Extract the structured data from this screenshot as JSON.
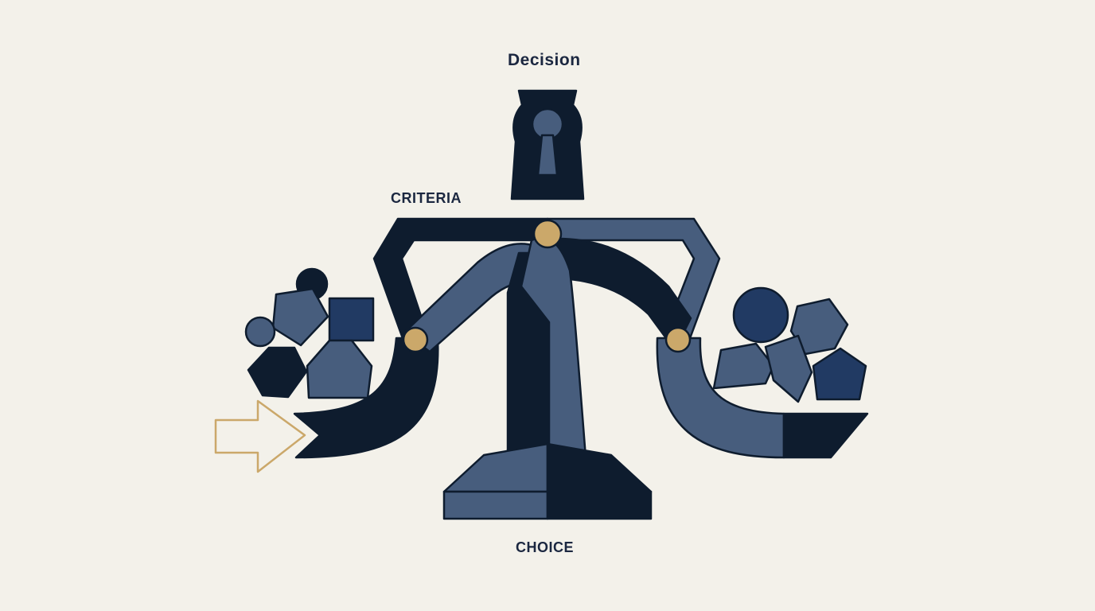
{
  "labels": {
    "title": "Decision",
    "criteria": "CRITERIA",
    "choice": "CHOICE"
  },
  "colors": {
    "background": "#f3f1ea",
    "navy": "#0e1c2e",
    "slate": "#475d7d",
    "deep_blue": "#213a63",
    "gold": "#cba86a",
    "text": "#1b2740"
  },
  "icons": [
    "keyhole-icon",
    "arrow-right-icon",
    "pivot-joint-icon",
    "hexagon-icon",
    "pentagon-icon",
    "circle-icon",
    "square-icon"
  ]
}
